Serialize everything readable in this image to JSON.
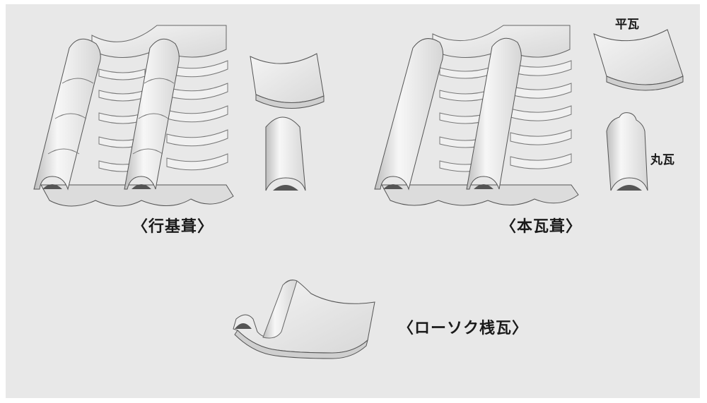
{
  "labels": {
    "gyoki": "〈行基葺〉",
    "hongawara": "〈本瓦葺〉",
    "rosoku": "〈ローソク桟瓦〉",
    "hiragawara": "平瓦",
    "marugawara": "丸瓦"
  }
}
